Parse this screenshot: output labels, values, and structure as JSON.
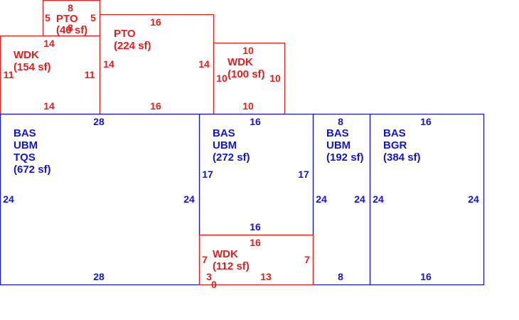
{
  "colors": {
    "red": "#e02020",
    "blue": "#1515c8"
  },
  "areas": [
    {
      "id": "pto-small",
      "color": "red",
      "label": [
        "PTO",
        "(40 sf)"
      ],
      "dims": {
        "top": "8",
        "left": "5",
        "right": "5",
        "bottom": "8"
      }
    },
    {
      "id": "pto-large",
      "color": "red",
      "label": [
        "PTO",
        "(224 sf)"
      ],
      "dims": {
        "top": "16",
        "left": "14",
        "right": "14",
        "bottom": "16"
      }
    },
    {
      "id": "wdk-left",
      "color": "red",
      "label": [
        "WDK",
        "(154 sf)"
      ],
      "dims": {
        "top": "14",
        "left": "11",
        "right": "11",
        "bottom": "14"
      }
    },
    {
      "id": "wdk-mid",
      "color": "red",
      "label": [
        "WDK",
        "(100 sf)"
      ],
      "dims": {
        "top": "10",
        "left": "10",
        "right": "10",
        "bottom": "10"
      }
    },
    {
      "id": "bas-ubm-tqs",
      "color": "blue",
      "label": [
        "BAS",
        "UBM",
        "TQS",
        "(672 sf)"
      ],
      "dims": {
        "top": "28",
        "left": "24",
        "right": "24",
        "bottom": "28"
      }
    },
    {
      "id": "bas-ubm-272",
      "color": "blue",
      "label": [
        "BAS",
        "UBM",
        "(272 sf)"
      ],
      "dims": {
        "top": "16",
        "left": "17",
        "right": "17",
        "bottom": "16"
      }
    },
    {
      "id": "bas-ubm-192",
      "color": "blue",
      "label": [
        "BAS",
        "UBM",
        "(192 sf)"
      ],
      "dims": {
        "top": "8",
        "left": "24",
        "right": "24",
        "bottom": "8"
      }
    },
    {
      "id": "bas-bgr",
      "color": "blue",
      "label": [
        "BAS",
        "BGR",
        "(384 sf)"
      ],
      "dims": {
        "top": "16",
        "left": "24",
        "right": "24",
        "bottom": "16"
      }
    },
    {
      "id": "wdk-bottom",
      "color": "red",
      "label": [
        "WDK",
        "(112 sf)"
      ],
      "dims": {
        "top": "16",
        "left": "7",
        "right": "7",
        "bottom": "13",
        "corner_a": "3",
        "corner_b": "0"
      }
    }
  ]
}
